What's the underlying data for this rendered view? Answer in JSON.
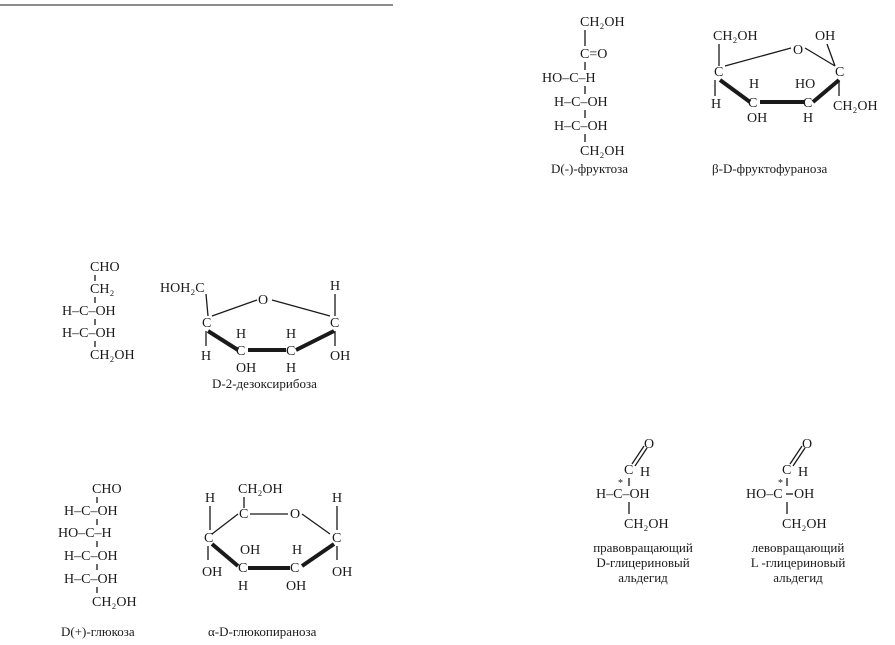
{
  "fructose": {
    "open_chain_caption": "D(-)-фруктоза",
    "ring_caption": "β-D-фруктофураноза"
  },
  "deoxyribose": {
    "caption": "D-2-дезоксирибоза"
  },
  "glucose": {
    "open_chain_caption": "D(+)-глюкоза",
    "ring_caption": "α-D-глюкопираноза"
  },
  "glyceraldehyde": {
    "d_form_lines": [
      "правовращающий",
      "D-глицериновый",
      "альдегид"
    ],
    "l_form_lines": [
      "левовращающий",
      "L -глицериновый",
      "альдегид"
    ]
  },
  "atoms": {
    "C": "C",
    "H": "H",
    "O": "O",
    "OH": "OH",
    "HO": "HO",
    "CH2OH": "CH₂OH",
    "HOH2C": "HOH₂C",
    "CHO": "CHO",
    "CH2": "CH₂",
    "H_C": "H–C",
    "HO_C": "HO–C",
    "C_H": "C–H",
    "C_OH": "C–OH",
    "C_eq_O": "C=O",
    "H_C_OH": "H–C–OH",
    "HO_C_H": "HO–C–H",
    "star": "*"
  }
}
